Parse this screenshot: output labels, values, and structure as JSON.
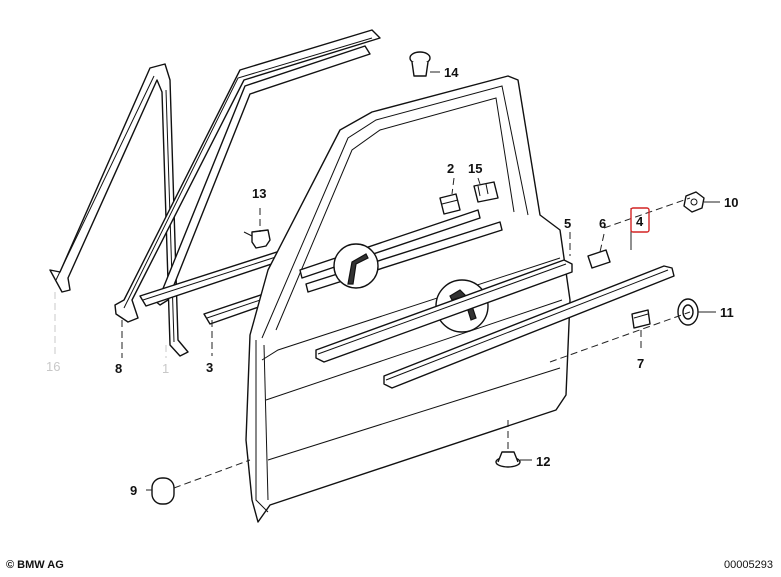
{
  "parts": {
    "p1": "1",
    "p2": "2",
    "p3": "3",
    "p4": "4",
    "p5": "5",
    "p6": "6",
    "p7": "7",
    "p8": "8",
    "p9": "9",
    "p10": "10",
    "p11": "11",
    "p12": "12",
    "p13": "13",
    "p14": "14",
    "p15": "15",
    "p16": "16"
  },
  "highlighted_part": "4",
  "footer": {
    "brand": "© BMW AG",
    "drawing_number": "00005293"
  },
  "colors": {
    "highlight": "#d42424",
    "muted": "#c8c8c8",
    "line": "#111111"
  }
}
